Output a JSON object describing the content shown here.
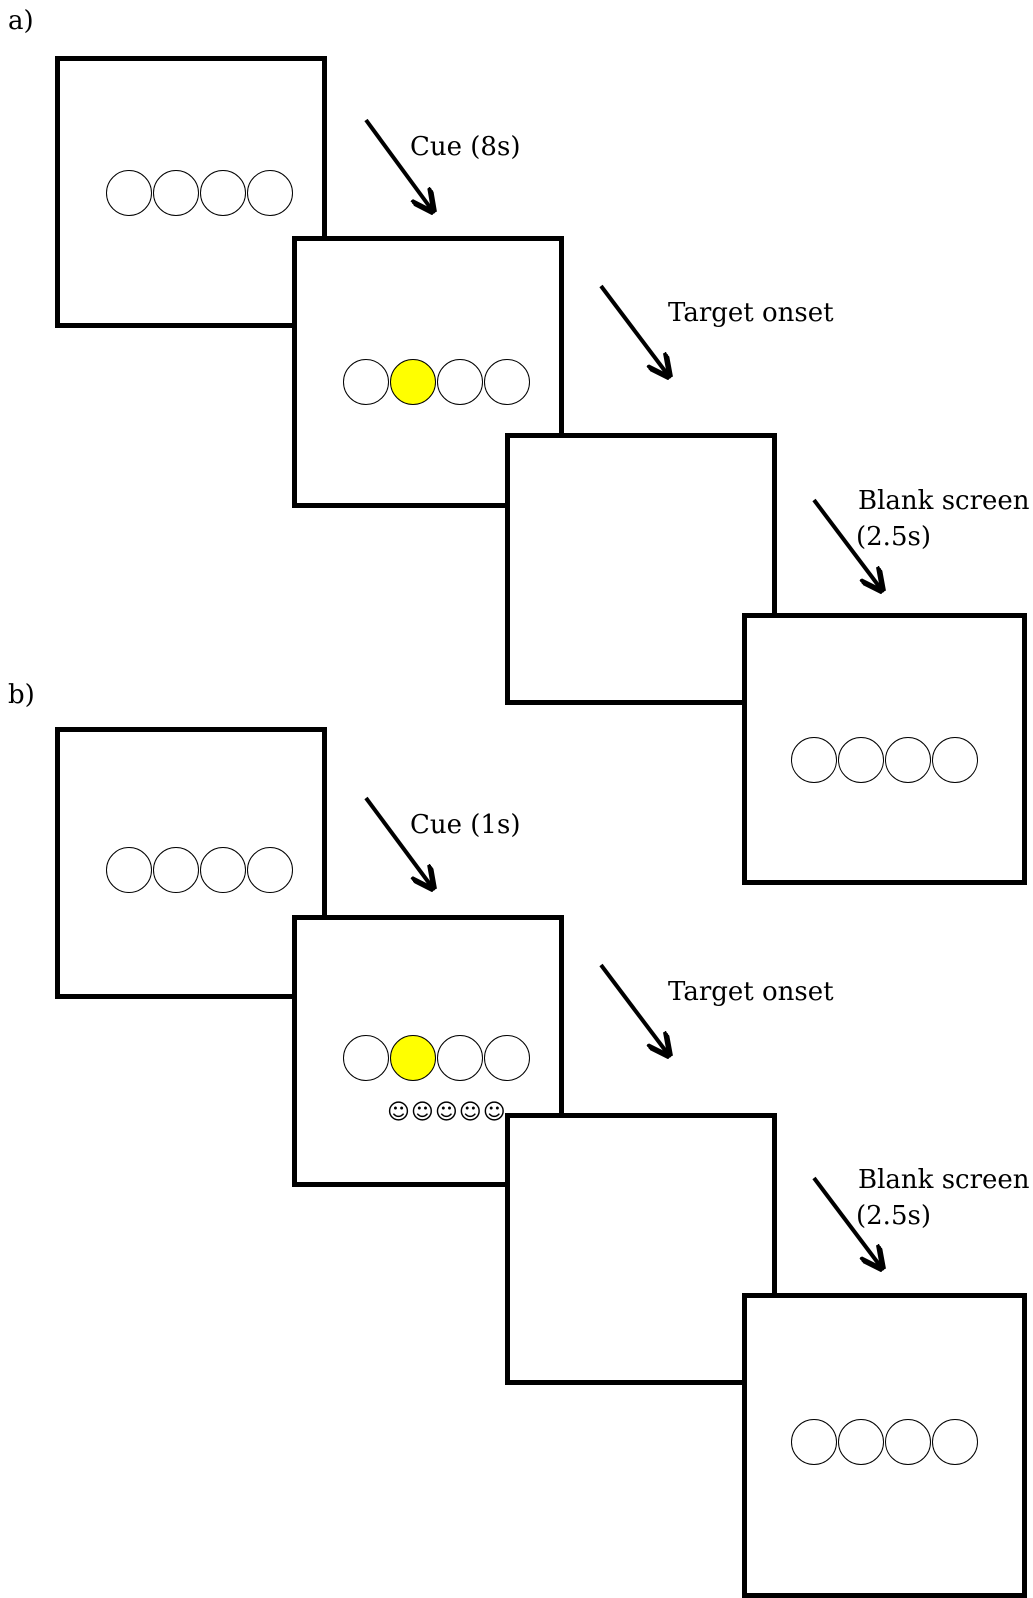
{
  "panels": [
    {
      "label": "a)",
      "cue_caption": "Cue (8s)",
      "target_caption": "Target onset",
      "blank_caption_line1": "Blank screen",
      "blank_caption_line2": "(2.5s)",
      "screens": [
        {
          "name": "fixation",
          "circle_count": 4,
          "highlighted_index": null
        },
        {
          "name": "cue",
          "circle_count": 4,
          "highlighted_index": 1
        },
        {
          "name": "blank",
          "circle_count": 0,
          "highlighted_index": null
        },
        {
          "name": "return",
          "circle_count": 4,
          "highlighted_index": null
        }
      ]
    },
    {
      "label": "b)",
      "cue_caption": "Cue (1s)",
      "target_caption": "Target onset",
      "blank_caption_line1": "Blank screen",
      "blank_caption_line2": "(2.5s)",
      "smileys": "☺☺☺☺☺",
      "screens": [
        {
          "name": "fixation",
          "circle_count": 4,
          "highlighted_index": null
        },
        {
          "name": "cue",
          "circle_count": 4,
          "highlighted_index": 1
        },
        {
          "name": "blank",
          "circle_count": 0,
          "highlighted_index": null
        },
        {
          "name": "return",
          "circle_count": 4,
          "highlighted_index": null
        }
      ]
    }
  ],
  "colors": {
    "highlight": "#ffff00",
    "stroke": "#000000",
    "background": "#ffffff"
  }
}
